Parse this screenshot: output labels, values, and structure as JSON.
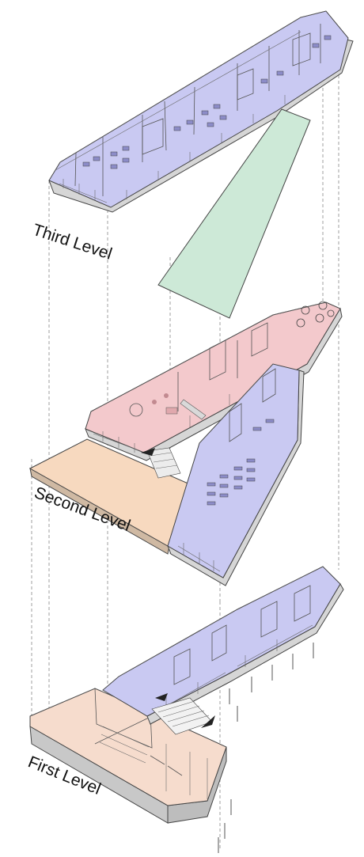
{
  "levels": {
    "third": {
      "label": "Third Level"
    },
    "second": {
      "label": "Second Level"
    },
    "first": {
      "label": "First Level"
    }
  },
  "colors": {
    "office_blue": "#c9c9f2",
    "public_pink": "#f3c9cc",
    "terrace_orange": "#f7d9bf",
    "roof_green": "#cde9d7",
    "auditorium_peach": "#f6dccd",
    "slab_gray": "#d6d6d6",
    "line_gray": "#555555"
  }
}
